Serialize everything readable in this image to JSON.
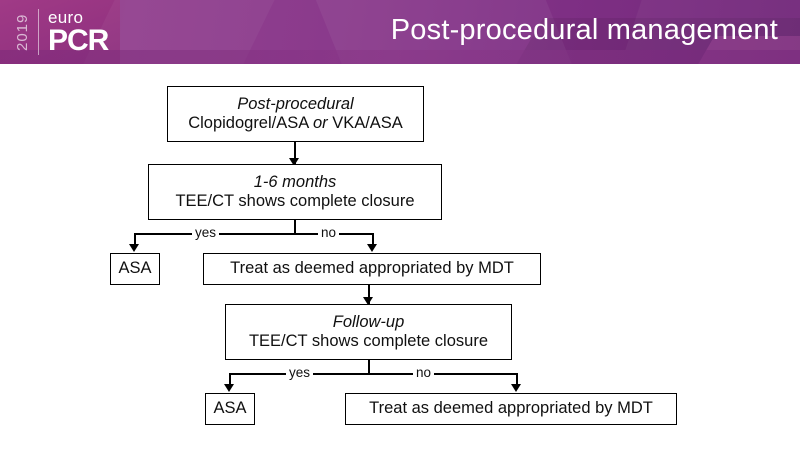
{
  "header": {
    "logo": {
      "year": "2019",
      "top_word": "euro",
      "bottom_word": "PCR",
      "brand_color": "#8d2f7e"
    },
    "title": "Post-procedural management",
    "title_color": "#ffffff"
  },
  "flowchart": {
    "boxes": [
      {
        "id": "post-procedural",
        "line1": "Post-procedural",
        "line1_style": "italic",
        "line2": "Clopidogrel/ASA or VKA/ASA",
        "line2_style": "regular"
      },
      {
        "id": "one-to-six-months",
        "line1": "1-6 months",
        "line1_style": "italic",
        "line2": "TEE/CT shows complete closure",
        "line2_style": "regular"
      },
      {
        "id": "asa-first",
        "line1": "ASA",
        "line1_style": "regular"
      },
      {
        "id": "treat-mdt-first",
        "line1": "Treat as deemed appropriated by MDT",
        "line1_style": "regular"
      },
      {
        "id": "follow-up",
        "line1": "Follow-up",
        "line1_style": "italic",
        "line2": "TEE/CT shows complete closure",
        "line2_style": "regular"
      },
      {
        "id": "asa-second",
        "line1": "ASA",
        "line1_style": "regular"
      },
      {
        "id": "treat-mdt-second",
        "line1": "Treat as deemed appropriated by MDT",
        "line1_style": "regular"
      }
    ],
    "labels": {
      "yes_first": "yes",
      "no_first": "no",
      "yes_second": "yes",
      "no_second": "no"
    },
    "inline_italic_word": "or"
  }
}
